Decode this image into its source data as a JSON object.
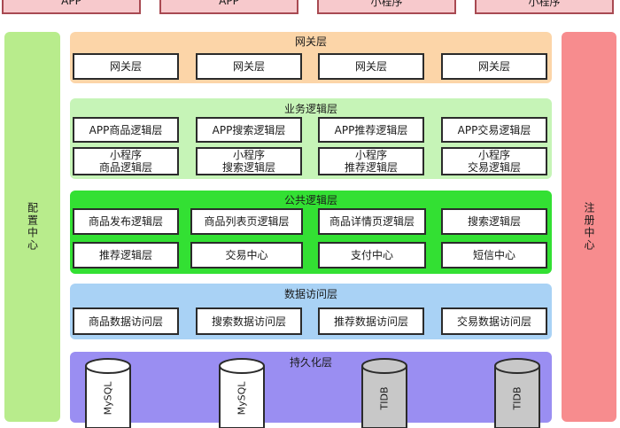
{
  "clients": [
    "APP",
    "APP",
    "小程序",
    "小程序"
  ],
  "config_center": "配置中心",
  "registry_center": "注册中心",
  "gateway": {
    "title": "网关层",
    "items": [
      "网关层",
      "网关层",
      "网关层",
      "网关层"
    ]
  },
  "business": {
    "title": "业务逻辑层",
    "app_items": [
      "APP商品逻辑层",
      "APP搜索逻辑层",
      "APP推荐逻辑层",
      "APP交易逻辑层"
    ],
    "mini_items": [
      "小程序\n商品逻辑层",
      "小程序\n搜索逻辑层",
      "小程序\n推荐逻辑层",
      "小程序\n交易逻辑层"
    ]
  },
  "common": {
    "title": "公共逻辑层",
    "row1": [
      "商品发布逻辑层",
      "商品列表页逻辑层",
      "商品详情页逻辑层",
      "搜索逻辑层"
    ],
    "row2": [
      "推荐逻辑层",
      "交易中心",
      "支付中心",
      "短信中心"
    ]
  },
  "data_access": {
    "title": "数据访问层",
    "items": [
      "商品数据访问层",
      "搜索数据访问层",
      "推荐数据访问层",
      "交易数据访问层"
    ]
  },
  "persistence": {
    "title": "持久化层",
    "databases": [
      "MySQL",
      "MySQL",
      "TIDB",
      "TIDB"
    ]
  },
  "colors": {
    "client_fill": "#f7c9cc",
    "config_fill": "#b8ec8c",
    "registry_fill": "#f78c8e",
    "gateway_fill": "#fcd5a8",
    "business_fill": "#c6f4b7",
    "common_fill": "#33e033",
    "data_access_fill": "#a9d2f5",
    "persistence_fill": "#9a8ef2",
    "mysql_fill": "#ffffff",
    "tidb_fill": "#c8c8c8"
  }
}
